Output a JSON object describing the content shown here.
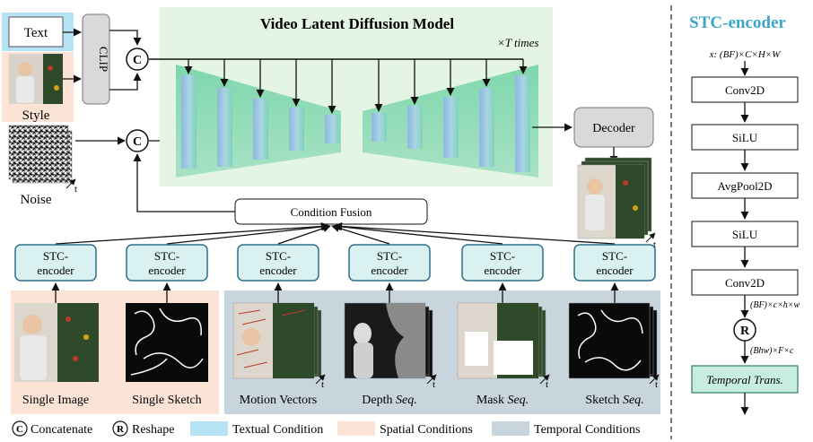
{
  "main": {
    "text_label": "Text",
    "clip_label": "CLIP",
    "style_label": "Style",
    "noise_label": "Noise",
    "noise_t": "t",
    "concat_symbol": "C",
    "vldm_title": "Video Latent Diffusion Model",
    "times_label": "×T times",
    "decoder_label": "Decoder",
    "output_t": "t",
    "condition_fusion": "Condition Fusion",
    "encoder_line1": "STC-",
    "encoder_line2": "encoder",
    "inputs": [
      {
        "label": "Single Image",
        "seq": ""
      },
      {
        "label": "Single Sketch",
        "seq": ""
      },
      {
        "label": "Motion Vectors",
        "seq": ""
      },
      {
        "label": "Depth ",
        "seq": "Seq."
      },
      {
        "label": "Mask ",
        "seq": "Seq."
      },
      {
        "label": "Sketch ",
        "seq": "Seq."
      }
    ],
    "input_t": "t"
  },
  "legend": {
    "concat_symbol": "C",
    "concat_label": "Concatenate",
    "reshape_symbol": "R",
    "reshape_label": "Reshape",
    "textual": "Textual Condition",
    "spatial": "Spatial Conditions",
    "temporal": "Temporal Conditions"
  },
  "stc": {
    "title": "STC-encoder",
    "input_shape": "x: (BF)×C×H×W",
    "layers": [
      "Conv2D",
      "SiLU",
      "AvgPool2D",
      "SiLU",
      "Conv2D"
    ],
    "shape_after_conv": "(BF)×c×h×w",
    "reshape_symbol": "R",
    "shape_after_reshape": "(Bhw)×F×c",
    "temporal_label": "Temporal Trans."
  },
  "colors": {
    "textual": "#b6e3f3",
    "spatial": "#fbe3d6",
    "temporal": "#c9d5dc",
    "vldm_bg": "#e5f5e4",
    "unet": "#96dcb6",
    "encoder_fill": "#d9f1f1",
    "encoder_stroke": "#2f6f88",
    "temporal_trans": "#c7ece0"
  }
}
